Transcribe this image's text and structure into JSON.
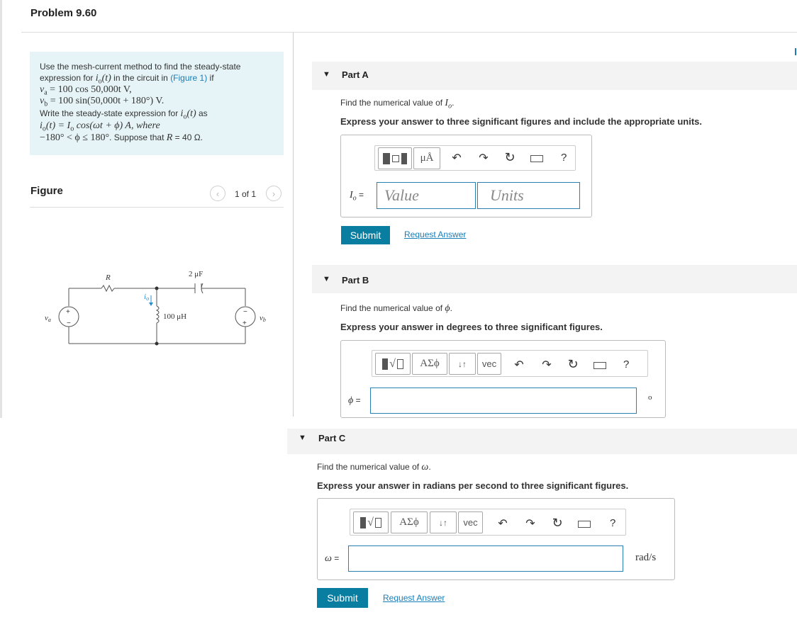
{
  "page": {
    "title": "Problem 9.60"
  },
  "problem": {
    "line1": "Use the mesh-current method to find the steady-state",
    "line2a": "expression for ",
    "line2m": "i",
    "line2sub": "o",
    "line2m2": "(t)",
    "line2b": " in the circuit in ",
    "line2link": "(Figure 1)",
    "line2c": " if",
    "line3": "v",
    "line3sub": "a",
    "line3rest": " = 100 cos 50,000t V,",
    "line4": "v",
    "line4sub": "b",
    "line4rest": " = 100 sin(50,000t + 180°) V.",
    "line5a": "Write the steady-state expression for ",
    "line5m": "i",
    "line5sub": "o",
    "line5m2": "(t)",
    "line5b": " as",
    "line6m": "i",
    "line6sub": "o",
    "line6rest": "(t) = I",
    "line6sub2": "o",
    "line6rest2": " cos(ωt + ϕ) A, where",
    "line7m": "−180° < ϕ ≤ 180°",
    "line7b": ". Suppose that ",
    "line7R": "R",
    "line7c": " = 40 Ω."
  },
  "figure": {
    "label": "Figure",
    "pager": "1 of 1",
    "labels": {
      "R": "R",
      "C": "2 μF",
      "L": "100 μH",
      "va": "v",
      "va_sub": "a",
      "vb": "v",
      "vb_sub": "b",
      "io": "i",
      "io_sub": "o",
      "plus": "+",
      "minus": "−"
    }
  },
  "partA": {
    "title": "Part A",
    "instr1a": "Find the numerical value of ",
    "instr1m": "I",
    "instr1sub": "o",
    "instr1b": ".",
    "instr2": "Express your answer to three significant figures and include the appropriate units.",
    "toolbar": {
      "units_btn": "μÅ",
      "help": "?"
    },
    "label_m": "I",
    "label_sub": "o",
    "label_eq": " =",
    "value_placeholder": "Value",
    "units_placeholder": "Units",
    "submit": "Submit",
    "request": "Request Answer"
  },
  "partB": {
    "title": "Part B",
    "instr1a": "Find the numerical value of ",
    "instr1m": "ϕ",
    "instr1b": ".",
    "instr2": "Express your answer in degrees to three significant figures.",
    "toolbar": {
      "greek": "ΑΣϕ",
      "arrows": "↓↑",
      "vec": "vec",
      "help": "?"
    },
    "label_m": "ϕ",
    "label_eq": " =",
    "unit": "o"
  },
  "partC": {
    "title": "Part C",
    "instr1a": "Find the numerical value of ",
    "instr1m": "ω",
    "instr1b": ".",
    "instr2": "Express your answer in radians per second to three significant figures.",
    "toolbar": {
      "greek": "ΑΣϕ",
      "arrows": "↓↑",
      "vec": "vec",
      "help": "?"
    },
    "label_m": "ω",
    "label_eq": " =",
    "unit": "rad/s",
    "submit": "Submit",
    "request": "Request Answer"
  },
  "colors": {
    "accent": "#0a7ea0",
    "link": "#1a7db6",
    "problem_bg": "#e6f4f7",
    "field_border": "#2a7fb0"
  }
}
